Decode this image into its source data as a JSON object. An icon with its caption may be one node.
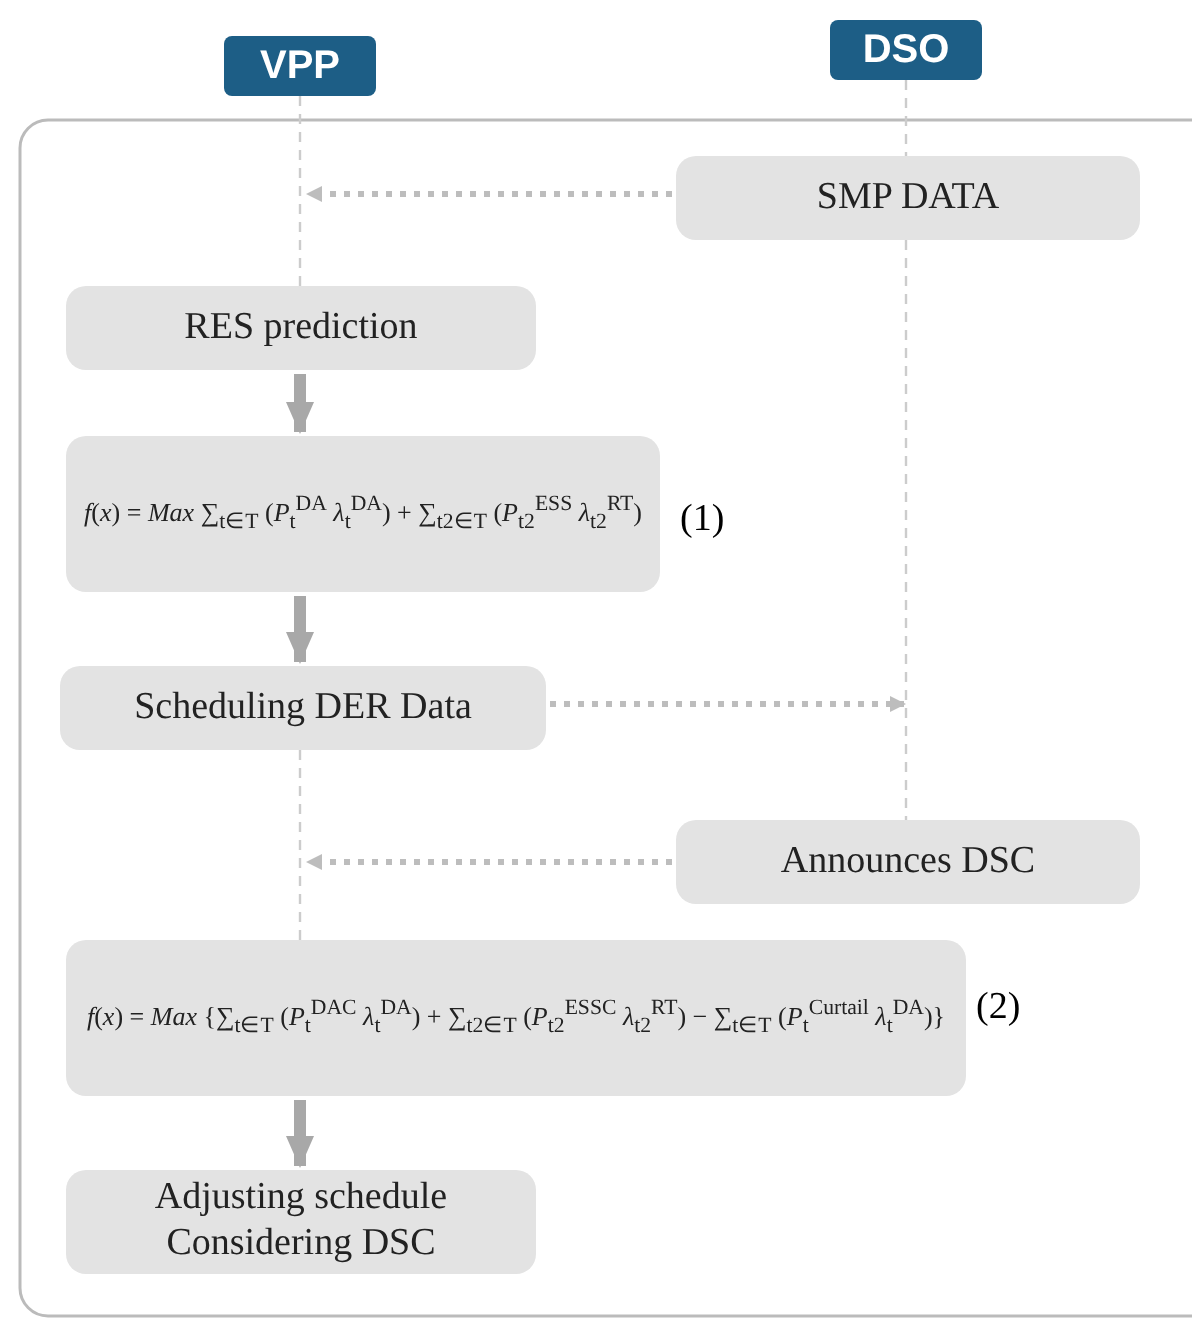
{
  "diagram": {
    "nodes": [
      {
        "text": [
          "VPP"
        ]
      },
      {
        "text": [
          "DSO"
        ]
      },
      {
        "text": [
          "SMP DATA"
        ]
      },
      {
        "text": [
          "RES prediction"
        ]
      },
      {
        "text": [
          "*f*(*x*) = *Max* ∑$_{t∈T}$ (*P*$_{t}$$^{DA}$ *λ*$_{t}$$^{DA}$) + ∑$_{t2∈T}$ (*P*$_{t2}$$^{ESS}$ *λ*$_{t2}$$^{RT}$)"
        ],
        "beside": [
          "(1)"
        ]
      },
      {
        "text": [
          "Scheduling DER Data"
        ]
      },
      {
        "text": [
          "Announces DSC"
        ]
      },
      {
        "text": [
          "*f*(*x*) = *Max* {∑$_{t∈T}$ (*P*$_{t}$$^{DAC}$ *λ*$_{t}$$^{DA}$) + ∑$_{t2∈T}$ (*P*$_{t2}$$^{ESSC}$ *λ*$_{t2}$$^{RT}$) − ∑$_{t∈T}$ (*P*$_{t}$$^{Curtail}$ *λ*$_{t}$$^{DA}$)}"
        ],
        "beside": [
          "(2)"
        ]
      },
      {
        "text": [
          "Adjusting schedule Considering DSC"
        ]
      }
    ],
    "edges": [
      {
        "from": 2,
        "to": null,
        "arrow": "to",
        "style": "dashed"
      },
      {
        "from": 3,
        "to": 4,
        "arrow": "to",
        "style": "thick"
      },
      {
        "from": 4,
        "to": 5,
        "arrow": "to",
        "style": "thick"
      },
      {
        "from": 5,
        "to": null,
        "arrow": "to",
        "style": "dashed"
      },
      {
        "from": 6,
        "to": null,
        "arrow": "to",
        "style": "dashed"
      },
      {
        "from": 7,
        "to": 8,
        "arrow": "to",
        "style": "thick"
      },
      {
        "from": 0,
        "to": 3,
        "arrow": "none",
        "style": "dashed",
        "color": "#cccccc"
      },
      {
        "from": 5,
        "to": 7,
        "arrow": "none",
        "style": "dashed",
        "color": "#cccccc"
      },
      {
        "from": 1,
        "to": 2,
        "arrow": "none",
        "style": "dashed",
        "color": "#cccccc"
      },
      {
        "from": 2,
        "to": 6,
        "arrow": "none",
        "style": "dashed",
        "color": "#cccccc"
      }
    ]
  }
}
